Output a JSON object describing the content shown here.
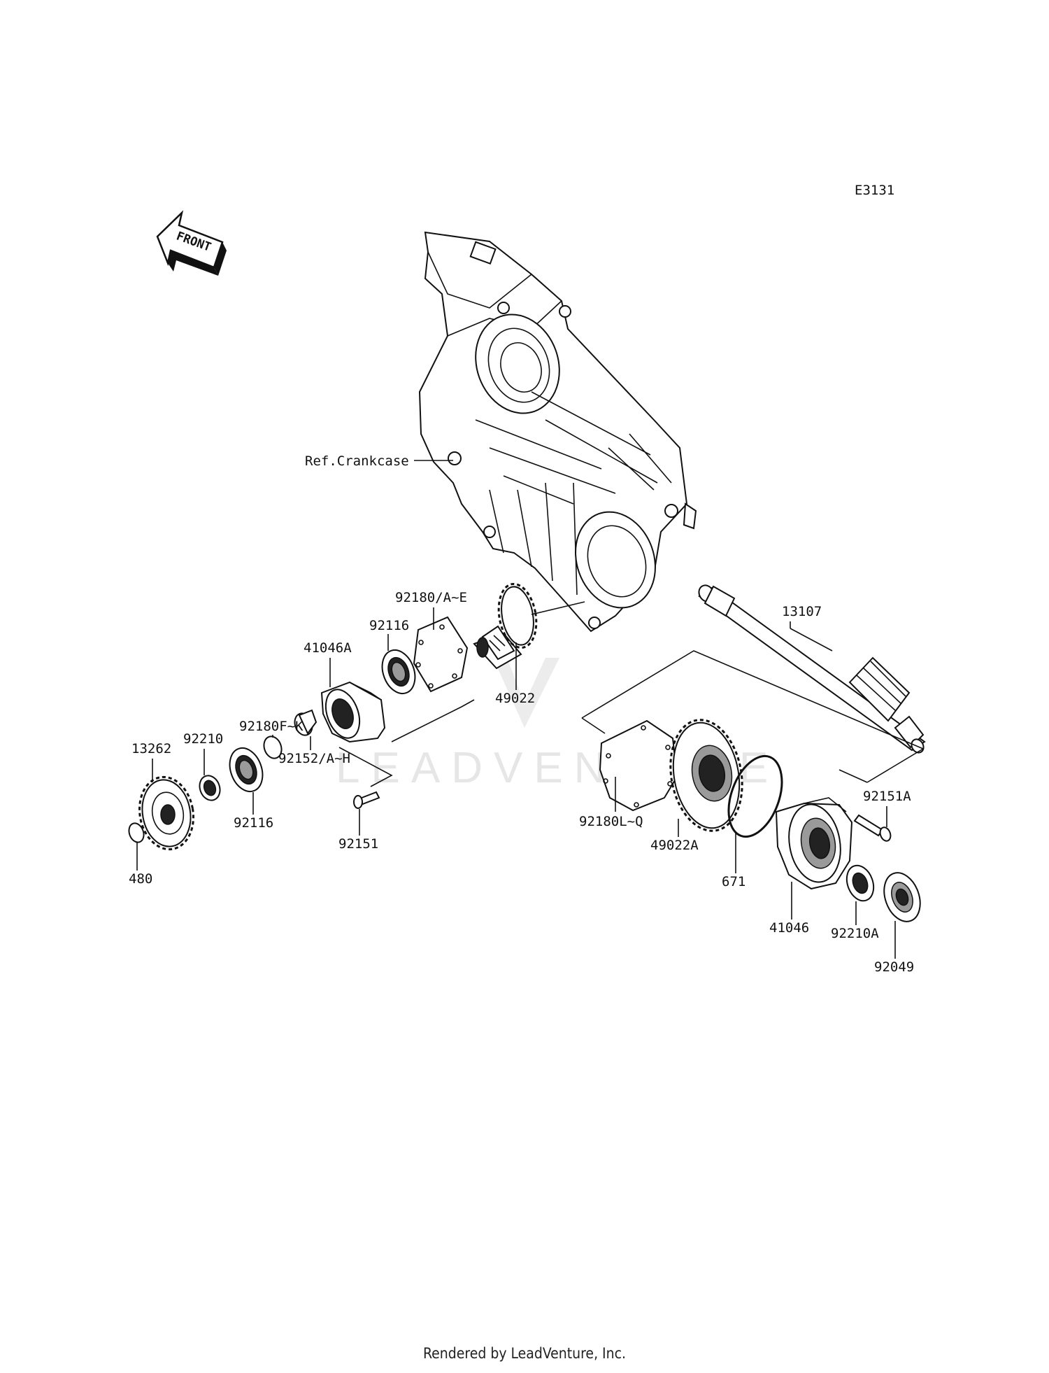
{
  "diagram": {
    "code": "E3131",
    "front_label": "FRONT",
    "watermark": "LEADVENTURE",
    "ref_label": "Ref.Crankcase",
    "parts": {
      "p13262": "13262",
      "p480": "480",
      "p92210": "92210",
      "p92116a": "92116",
      "p92180fk": "92180F~K",
      "p92152ah": "92152/A~H",
      "p41046a": "41046A",
      "p92116b": "92116",
      "p92151": "92151",
      "p92180ae": "92180/A~E",
      "p49022": "49022",
      "p13107": "13107",
      "p92180lq": "92180L~Q",
      "p49022a": "49022A",
      "p671": "671",
      "p41046": "41046",
      "p92151a": "92151A",
      "p92210a": "92210A",
      "p92049": "92049"
    }
  },
  "footer": {
    "text": "Rendered by LeadVenture, Inc."
  }
}
